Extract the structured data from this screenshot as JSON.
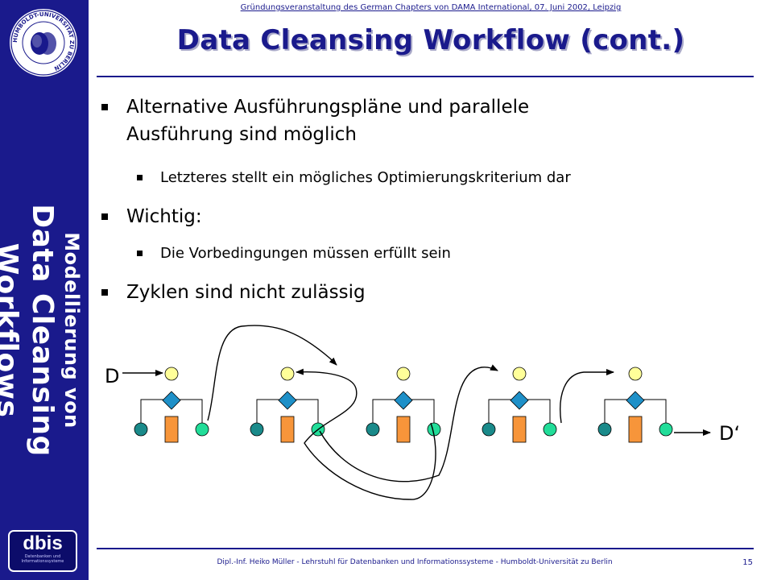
{
  "sidebar": {
    "subtitle": "Modellierung von",
    "title": "Data Cleansing Workflows",
    "seal_text": "HUMBOLDT-UNIVERSITÄT ZU BERLIN",
    "logo_name": "dbis",
    "logo_subtext": "Datenbanken und Informationssysteme",
    "color": "#1a1a8c"
  },
  "header": {
    "event_line": "Gründungsveranstaltung  des German Chapters von DAMA International,  07. Juni 2002,  Leipzig"
  },
  "title": "Data Cleansing Workflow (cont.)",
  "bullets": [
    {
      "text": "Alternative Ausführungspläne und parallele Ausführung sind möglich",
      "sub": [
        "Letzteres stellt ein mögliches Optimierungskriterium dar"
      ]
    },
    {
      "text": "Wichtig:",
      "sub": [
        "Die Vorbedingungen müssen erfüllt sein"
      ]
    },
    {
      "text": "Zyklen sind nicht zulässig",
      "sub": []
    }
  ],
  "diagram": {
    "input_label": "D",
    "output_label": "D‘",
    "node_count": 5,
    "colors": {
      "yellow_node": "#ffff99",
      "diamond": "#1e90c8",
      "box": "#f7953a",
      "left_node": "#1a8a8a",
      "right_node": "#22dd99"
    }
  },
  "footer": {
    "text": "Dipl.-Inf. Heiko Müller - Lehrstuhl für Datenbanken und Informationssysteme - Humboldt-Universität zu Berlin",
    "page_number": "15"
  }
}
